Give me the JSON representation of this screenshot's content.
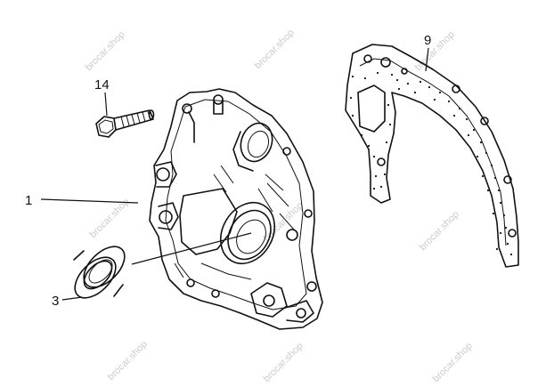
{
  "callouts": {
    "part_1": "1",
    "part_3": "3",
    "part_9": "9",
    "part_14": "14"
  },
  "watermark": {
    "text": "brocar.shop",
    "color": "#c7cdd2"
  },
  "icons": [
    "bolt",
    "oil-seal",
    "flange-cover",
    "gasket"
  ]
}
